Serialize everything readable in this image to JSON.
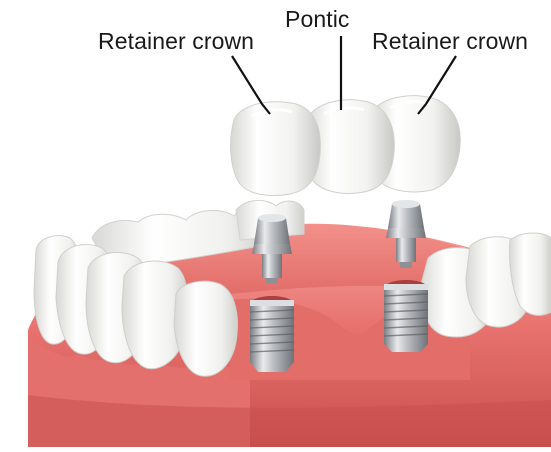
{
  "labels": {
    "retainer_left": "Retainer crown",
    "pontic": "Pontic",
    "retainer_right": "Retainer crown"
  },
  "colors": {
    "gum": "#e8736f",
    "gum_dark": "#c9504f",
    "gum_light": "#f29a94",
    "tooth": "#f4f4f2",
    "tooth_shadow": "#d9d9d6",
    "metal": "#b9bcbf",
    "metal_dark": "#7c8085",
    "leader": "#111111"
  }
}
